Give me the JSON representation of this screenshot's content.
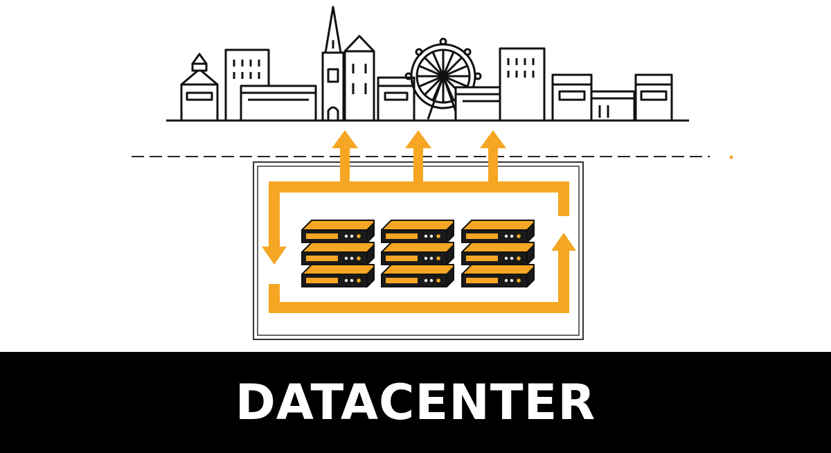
{
  "caption": {
    "text": "DATACENTER"
  },
  "colors": {
    "accent": "#F5A623",
    "line": "#111111",
    "server_body": "#1a1a1a",
    "background": "#ffffff",
    "caption_bg": "#000000",
    "caption_text": "#ffffff"
  },
  "icons": {
    "skyline": "city-skyline-icon",
    "ground": "ground-line-dashed",
    "building": "datacenter-building-outline",
    "flow": "circular-flow-arrow",
    "uplink": "upward-arrow",
    "server": "rack-server-icon"
  }
}
